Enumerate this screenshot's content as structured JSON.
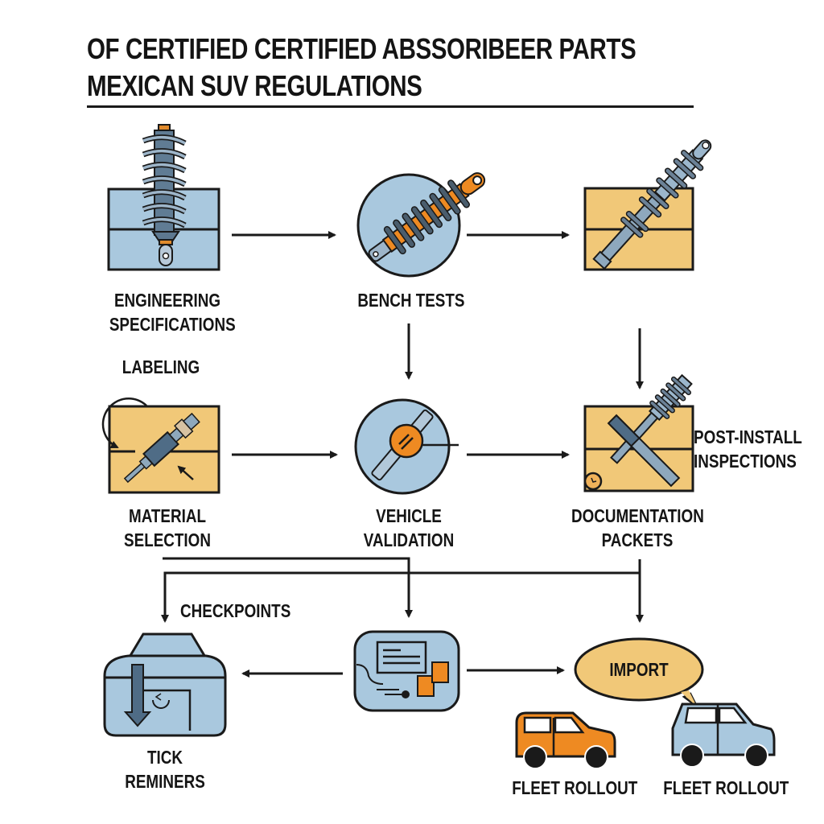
{
  "title": {
    "line1": "OF CERTIFIED CERTIFIED ABSSORIBEER PARTS",
    "line2": "MEXICAN SUV REGULATIONS"
  },
  "colors": {
    "blue": "#a9c8de",
    "tan": "#f1c878",
    "orange": "#ee8a22",
    "steel": "#8ea8bd",
    "dark": "#1a1a1a"
  },
  "nodes": {
    "engineering": {
      "line1": "ENGINEERING",
      "line2": "SPECIFICATIONS"
    },
    "bench": {
      "line1": "BENCH TESTS"
    },
    "labeling": {
      "line1": "LABELING"
    },
    "material": {
      "line1": "MATERIAL",
      "line2": "SELECTION"
    },
    "vehicle": {
      "line1": "VEHICLE",
      "line2": "VALIDATION"
    },
    "documentation": {
      "line1": "DOCUMENTATION",
      "line2": "PACKETS"
    },
    "post_install": {
      "line1": "POST-INSTALL",
      "line2": "INSPECTIONS"
    },
    "checkpoints": {
      "line1": "CHECKPOINTS"
    },
    "tick": {
      "line1": "TICK",
      "line2": "REMINERS"
    },
    "import": {
      "line1": "IMPORT"
    },
    "fleet1": {
      "line1": "FLEET ROLLOUT"
    },
    "fleet2": {
      "line1": "FLEET ROLLOUT"
    }
  }
}
